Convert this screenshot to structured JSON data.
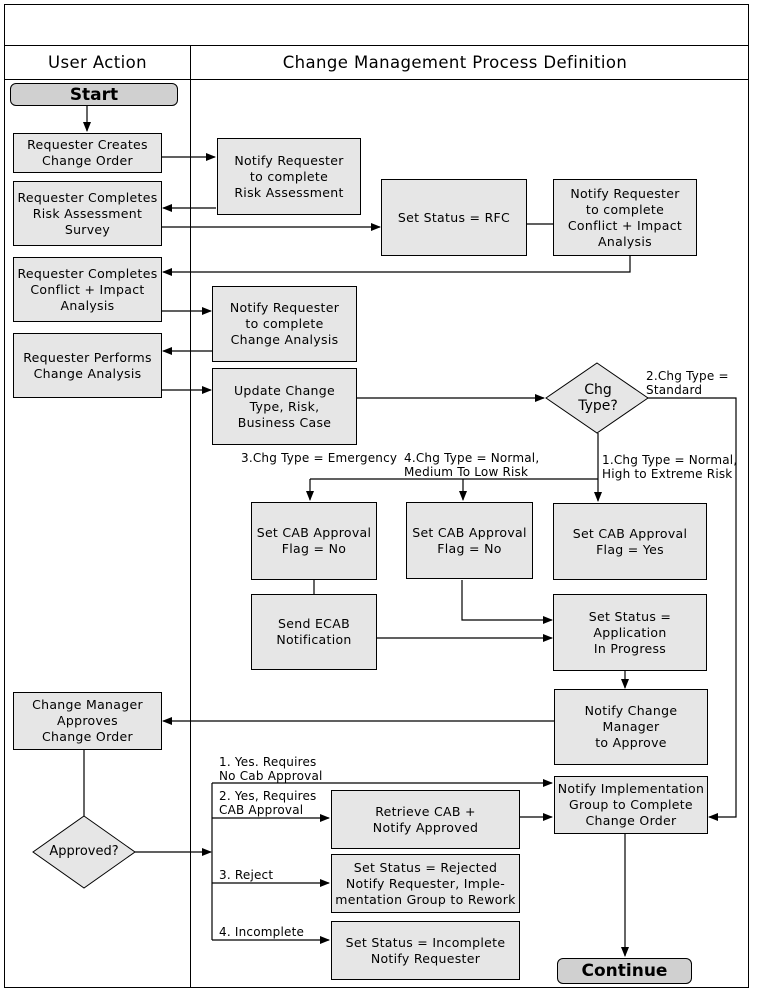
{
  "headers": {
    "user_action": "User Action",
    "process_definition": "Change Management Process Definition"
  },
  "terminals": {
    "start": "Start",
    "continue": "Continue"
  },
  "user_steps": {
    "creates_order": "Requester Creates\nChange Order",
    "completes_risk": "Requester Completes\nRisk Assessment\nSurvey",
    "completes_conflict": "Requester Completes\nConflict + Impact\nAnalysis",
    "performs_analysis": "Requester Performs\nChange Analysis",
    "manager_approves": "Change Manager\nApproves\nChange Order"
  },
  "process_steps": {
    "notify_risk": "Notify Requester\nto complete\nRisk Assessment",
    "set_rfc": "Set Status = RFC",
    "notify_conflict": "Notify Requester\nto complete\nConflict + Impact\nAnalysis",
    "notify_change_analysis": "Notify Requester\nto complete\nChange Analysis",
    "update_type": "Update Change\nType,  Risk,\nBusiness Case",
    "cab_no_1": "Set CAB Approval\nFlag = No",
    "cab_no_2": "Set CAB Approval\nFlag = No",
    "cab_yes": "Set CAB Approval\nFlag = Yes",
    "send_ecab": "Send ECAB\nNotification",
    "status_in_progress": "Set Status =\nApplication\nIn Progress",
    "notify_manager": "Notify Change\nManager\nto Approve",
    "notify_implementation": "Notify Implementation\nGroup to Complete\nChange Order",
    "retrieve_cab": "Retrieve CAB +\nNotify Approved",
    "status_rejected": "Set Status = Rejected\nNotify Requester, Imple-\nmentation Group to Rework",
    "status_incomplete": "Set Status = Incomplete\nNotify Requester"
  },
  "decisions": {
    "chg_type": "Chg\nType?",
    "approved": "Approved?"
  },
  "labels": {
    "standard": "2.Chg Type =\nStandard",
    "emergency": "3.Chg Type = Emergency",
    "normal_low": "4.Chg Type = Normal,\nMedium To Low Risk",
    "normal_high": "1.Chg Type = Normal,\nHigh to Extreme Risk",
    "yes_no_cab": "1. Yes. Requires\n    No Cab Approval",
    "yes_cab": "2. Yes, Requires\n    CAB Approval",
    "reject": "3. Reject",
    "incomplete": "4. Incomplete"
  }
}
